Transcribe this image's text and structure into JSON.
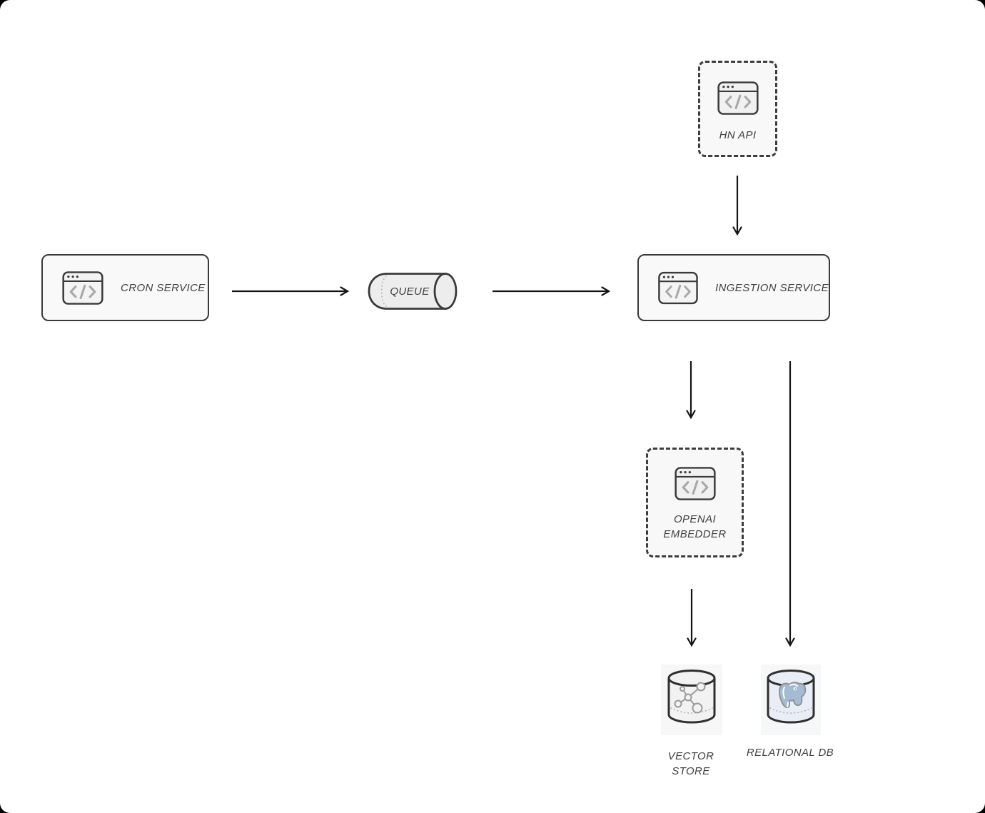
{
  "diagram": {
    "nodes": {
      "cron_service": {
        "label": "CRON SERVICE",
        "kind": "service-card",
        "icon": "code-window-icon"
      },
      "queue": {
        "label": "QUEUE",
        "kind": "queue-cylinder"
      },
      "hn_api": {
        "label": "HN API",
        "kind": "external-dashed",
        "icon": "code-window-icon"
      },
      "ingestion_service": {
        "label": "INGESTION SERVICE",
        "kind": "service-card",
        "icon": "code-window-icon"
      },
      "openai_embedder": {
        "label": "OPENAI EMBEDDER",
        "kind": "external-dashed",
        "icon": "code-window-icon"
      },
      "vector_store": {
        "label": "VECTOR STORE",
        "kind": "database-cylinder",
        "icon": "graph-network-icon"
      },
      "relational_db": {
        "label": "RELATIONAL DB",
        "kind": "database-cylinder",
        "icon": "postgresql-elephant-icon"
      }
    },
    "edges": [
      {
        "from": "cron_service",
        "to": "queue"
      },
      {
        "from": "queue",
        "to": "ingestion_service"
      },
      {
        "from": "hn_api",
        "to": "ingestion_service"
      },
      {
        "from": "ingestion_service",
        "to": "openai_embedder"
      },
      {
        "from": "openai_embedder",
        "to": "vector_store"
      },
      {
        "from": "ingestion_service",
        "to": "relational_db"
      }
    ],
    "colors": {
      "node_border": "#3a3a3a",
      "node_fill": "#f9f9f9",
      "stack_shadow_fill": "#ececec",
      "stack_shadow_border": "#6e6e6e",
      "dashed_box_fill": "#f8f8f8",
      "icon_glyph_gray": "#a8a8a8",
      "arrow": "#141414",
      "label_text": "#3f3f3f",
      "postgres_blue": "#a5bbd3",
      "relational_cylinder_fill": "#e9eef6",
      "vector_cylinder_fill": "#f2f2f2"
    }
  }
}
